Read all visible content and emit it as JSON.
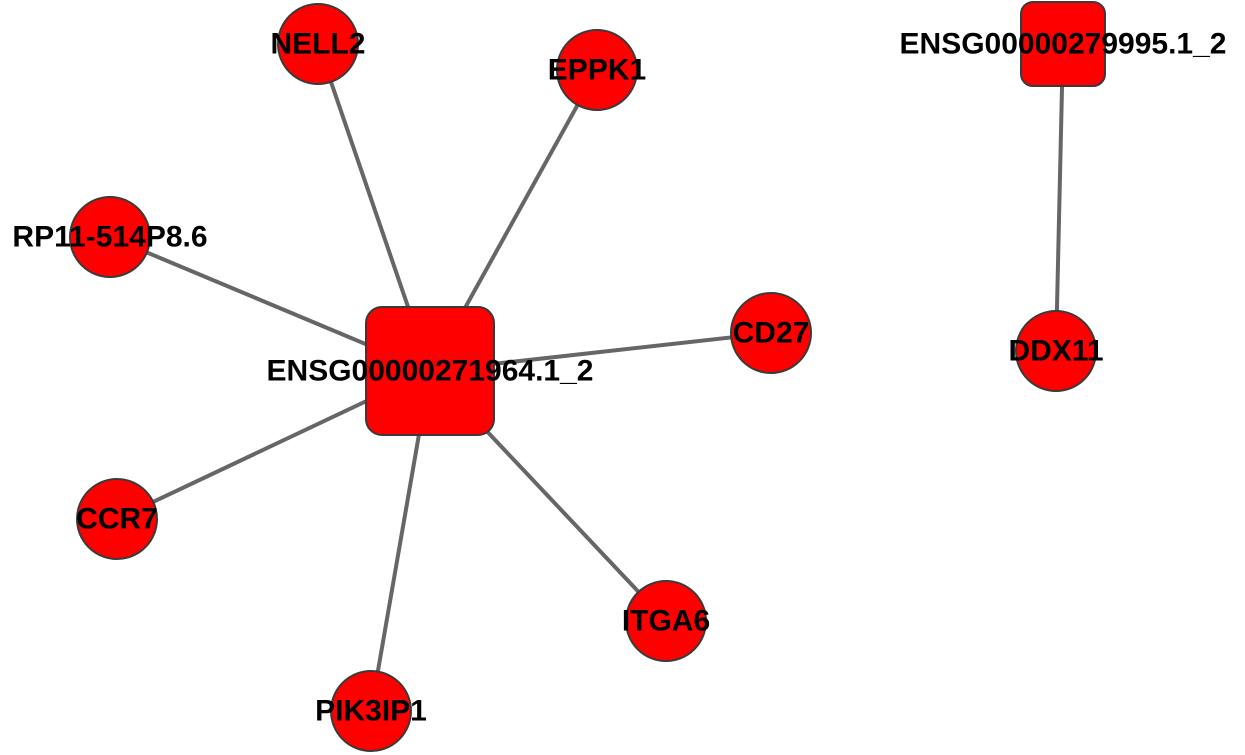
{
  "network": {
    "colors": {
      "node_fill": "#ff0000",
      "node_border": "#3a3a3a",
      "edge": "#666666",
      "label": "#000000",
      "background": "#ffffff"
    },
    "nodes": [
      {
        "id": "hub1",
        "label": "ENSG00000271964.1_2",
        "shape": "rounded-square"
      },
      {
        "id": "hub2",
        "label": "ENSG00000279995.1_2",
        "shape": "rounded-square"
      },
      {
        "id": "nell2",
        "label": "NELL2",
        "shape": "circle"
      },
      {
        "id": "eppk1",
        "label": "EPPK1",
        "shape": "circle"
      },
      {
        "id": "rp11",
        "label": "RP11-514P8.6",
        "shape": "circle"
      },
      {
        "id": "cd27",
        "label": "CD27",
        "shape": "circle"
      },
      {
        "id": "ccr7",
        "label": "CCR7",
        "shape": "circle"
      },
      {
        "id": "itga6",
        "label": "ITGA6",
        "shape": "circle"
      },
      {
        "id": "pik3ip1",
        "label": "PIK3IP1",
        "shape": "circle"
      },
      {
        "id": "ddx11",
        "label": "DDX11",
        "shape": "circle"
      }
    ],
    "edges": [
      {
        "source": "hub1",
        "target": "nell2"
      },
      {
        "source": "hub1",
        "target": "eppk1"
      },
      {
        "source": "hub1",
        "target": "rp11"
      },
      {
        "source": "hub1",
        "target": "cd27"
      },
      {
        "source": "hub1",
        "target": "ccr7"
      },
      {
        "source": "hub1",
        "target": "itga6"
      },
      {
        "source": "hub1",
        "target": "pik3ip1"
      },
      {
        "source": "hub2",
        "target": "ddx11"
      }
    ]
  }
}
